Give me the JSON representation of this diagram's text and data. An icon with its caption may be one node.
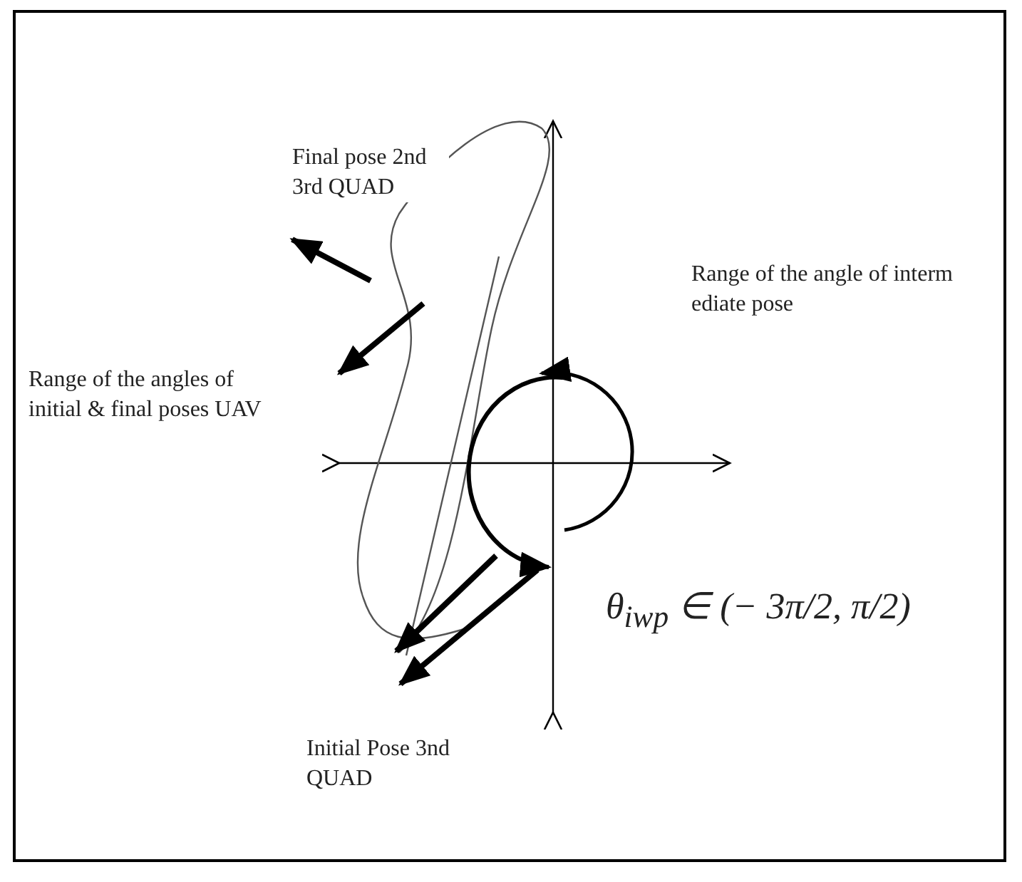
{
  "diagram": {
    "labels": [
      "Final pose  2nd 3rd QUAD",
      "Range of the angle of interm ediate pose",
      "Range of the angles of initial & final poses UAV",
      "θ$_{iwp}$ ∈ (− 3π/2, π/2)",
      "Initial Pose 3nd QUAD"
    ]
  }
}
